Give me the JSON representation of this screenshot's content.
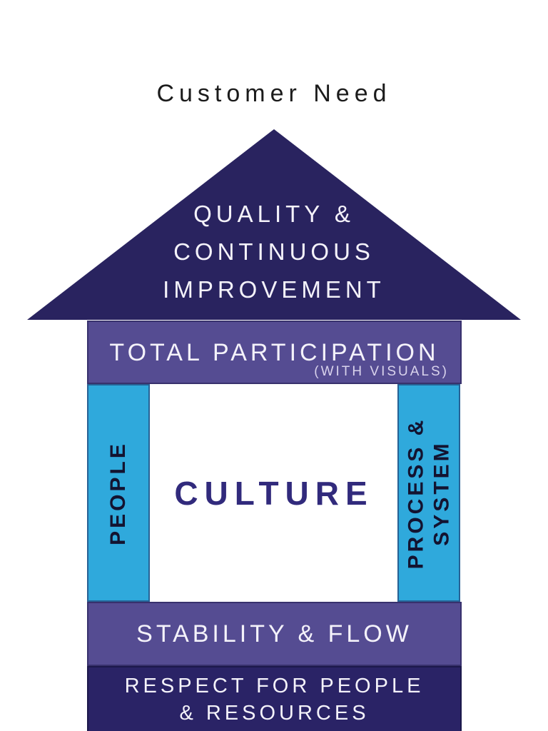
{
  "diagram": {
    "title": "Customer Need",
    "roof": {
      "label": "QUALITY & CONTINUOUS IMPROVEMENT",
      "lines": [
        "QUALITY &",
        "CONTINUOUS",
        "IMPROVEMENT"
      ]
    },
    "participation_beam": {
      "label": "TOTAL PARTICIPATION",
      "sublabel": "(WITH VISUALS)"
    },
    "left_pillar": {
      "label": "PEOPLE"
    },
    "center": {
      "label": "CULTURE"
    },
    "right_pillar": {
      "label": "PROCESS & SYSTEM",
      "lines": [
        "PROCESS &",
        "SYSTEM"
      ]
    },
    "stability_beam": {
      "label": "STABILITY & FLOW"
    },
    "foundation": {
      "label": "RESPECT FOR PEOPLE & RESOURCES",
      "lines": [
        "RESPECT FOR PEOPLE",
        "& RESOURCES"
      ]
    },
    "colors": {
      "roof_navy": "#29235f",
      "beam_purple": "#554c92",
      "pillar_blue": "#2fa9dc",
      "foundation_navy": "#2a2366",
      "culture_text": "#312a7c",
      "pillar_text": "#131330",
      "title_text": "#1b1b1b",
      "light_text": "#f4f2fa",
      "background": "#ffffff"
    }
  }
}
